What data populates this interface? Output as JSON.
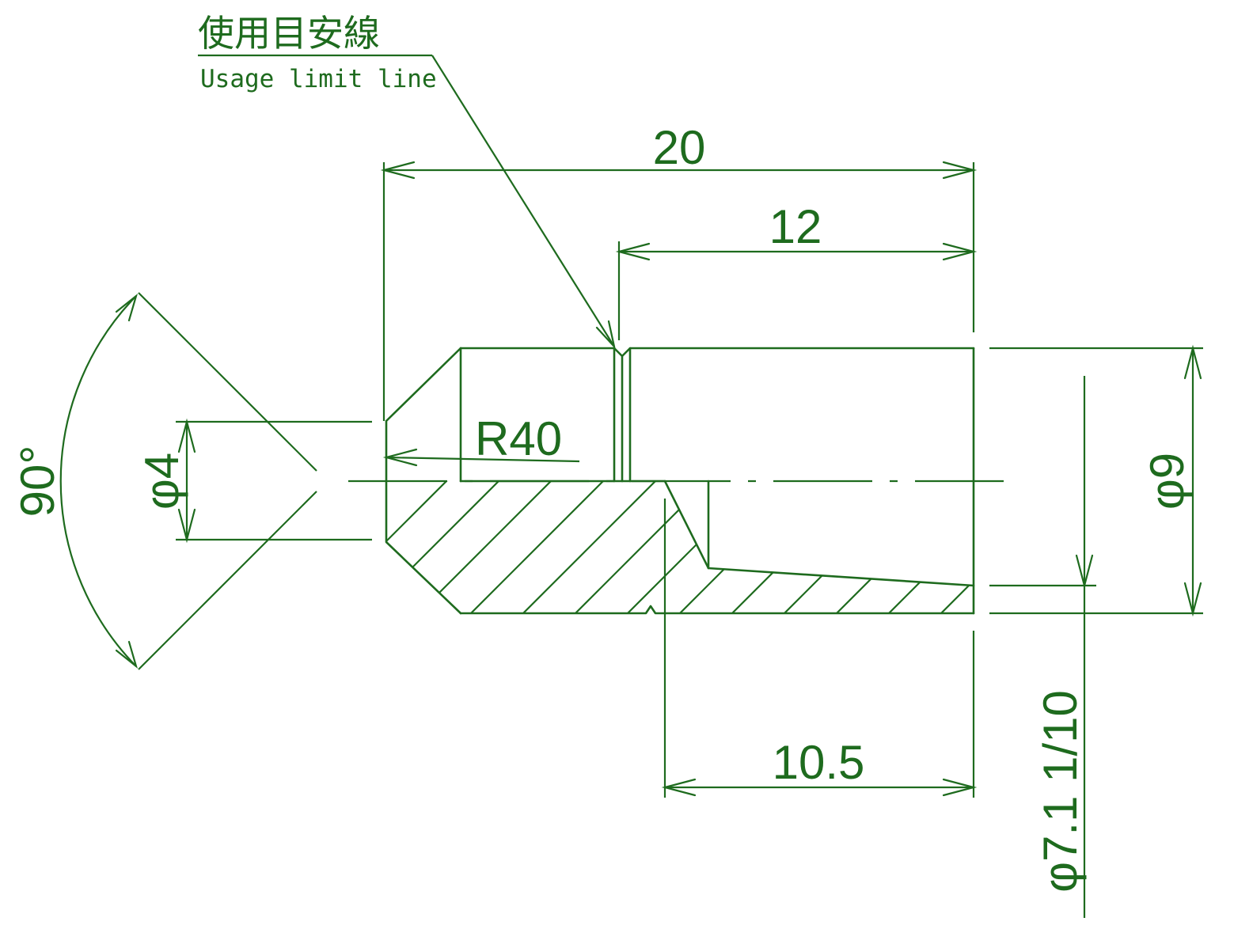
{
  "colors": {
    "ink": "#1e6b1e",
    "background": "#ffffff"
  },
  "callout": {
    "label_ja": "使用目安線",
    "label_en": "Usage limit line"
  },
  "dimensions": {
    "overall_length": "20",
    "bore_length": "12",
    "taper_length": "10.5",
    "radius": "R40",
    "angle": "90°",
    "tip_diameter": "φ4",
    "outer_diameter": "φ9",
    "bore_diameter": "φ7.1 1/10"
  }
}
